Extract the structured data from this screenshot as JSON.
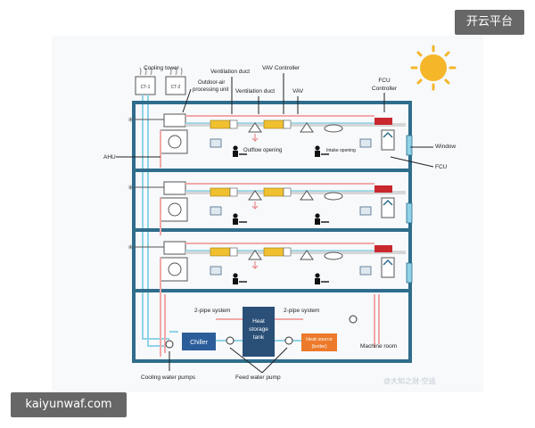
{
  "badge": {
    "text": "开云平台"
  },
  "site": {
    "text": "kaiyunwaf.com"
  },
  "watermark": {
    "text": "@大知之财·空运"
  },
  "labels": {
    "cooling_tower": "Cooling tower",
    "ct1": "CT-1",
    "ct2": "CT-2",
    "outdoor_air_1": "Outdoor-air",
    "outdoor_air_2": "processing unit",
    "ventilation_duct_1": "Ventilation duct",
    "ventilation_duct_2": "Ventilation duct",
    "vav_controller": "VAV Controller",
    "vav": "VAV",
    "fcu_controller_1": "FCU",
    "fcu_controller_2": "Controller",
    "window": "Window",
    "fcu": "FCU",
    "ahu": "AHU",
    "outflow": "Outflow opening",
    "intake": "Intake opening",
    "pipe_left": "2-pipe system",
    "pipe_right": "2-pipe system",
    "hst_1": "Heat",
    "hst_2": "storage",
    "hst_3": "tank",
    "chiller": "Chiller",
    "heat_source_1": "Heat source",
    "heat_source_2": "(boiler)",
    "machine_room": "Machine room",
    "cooling_pumps": "Cooling water pumps",
    "feed_pump": "Feed water pump"
  },
  "colors": {
    "frame": "#2f6d8c",
    "pipe": "#f2a8a8",
    "water": "#8fd3e8",
    "duct": "#d6d6d6",
    "vav_box": "#f0c030",
    "fcu_box": "#c8282e",
    "chiller": "#2b5d9a",
    "tank": "#2a5078",
    "boiler": "#ec7a2a",
    "sun": "#f5b62a"
  }
}
